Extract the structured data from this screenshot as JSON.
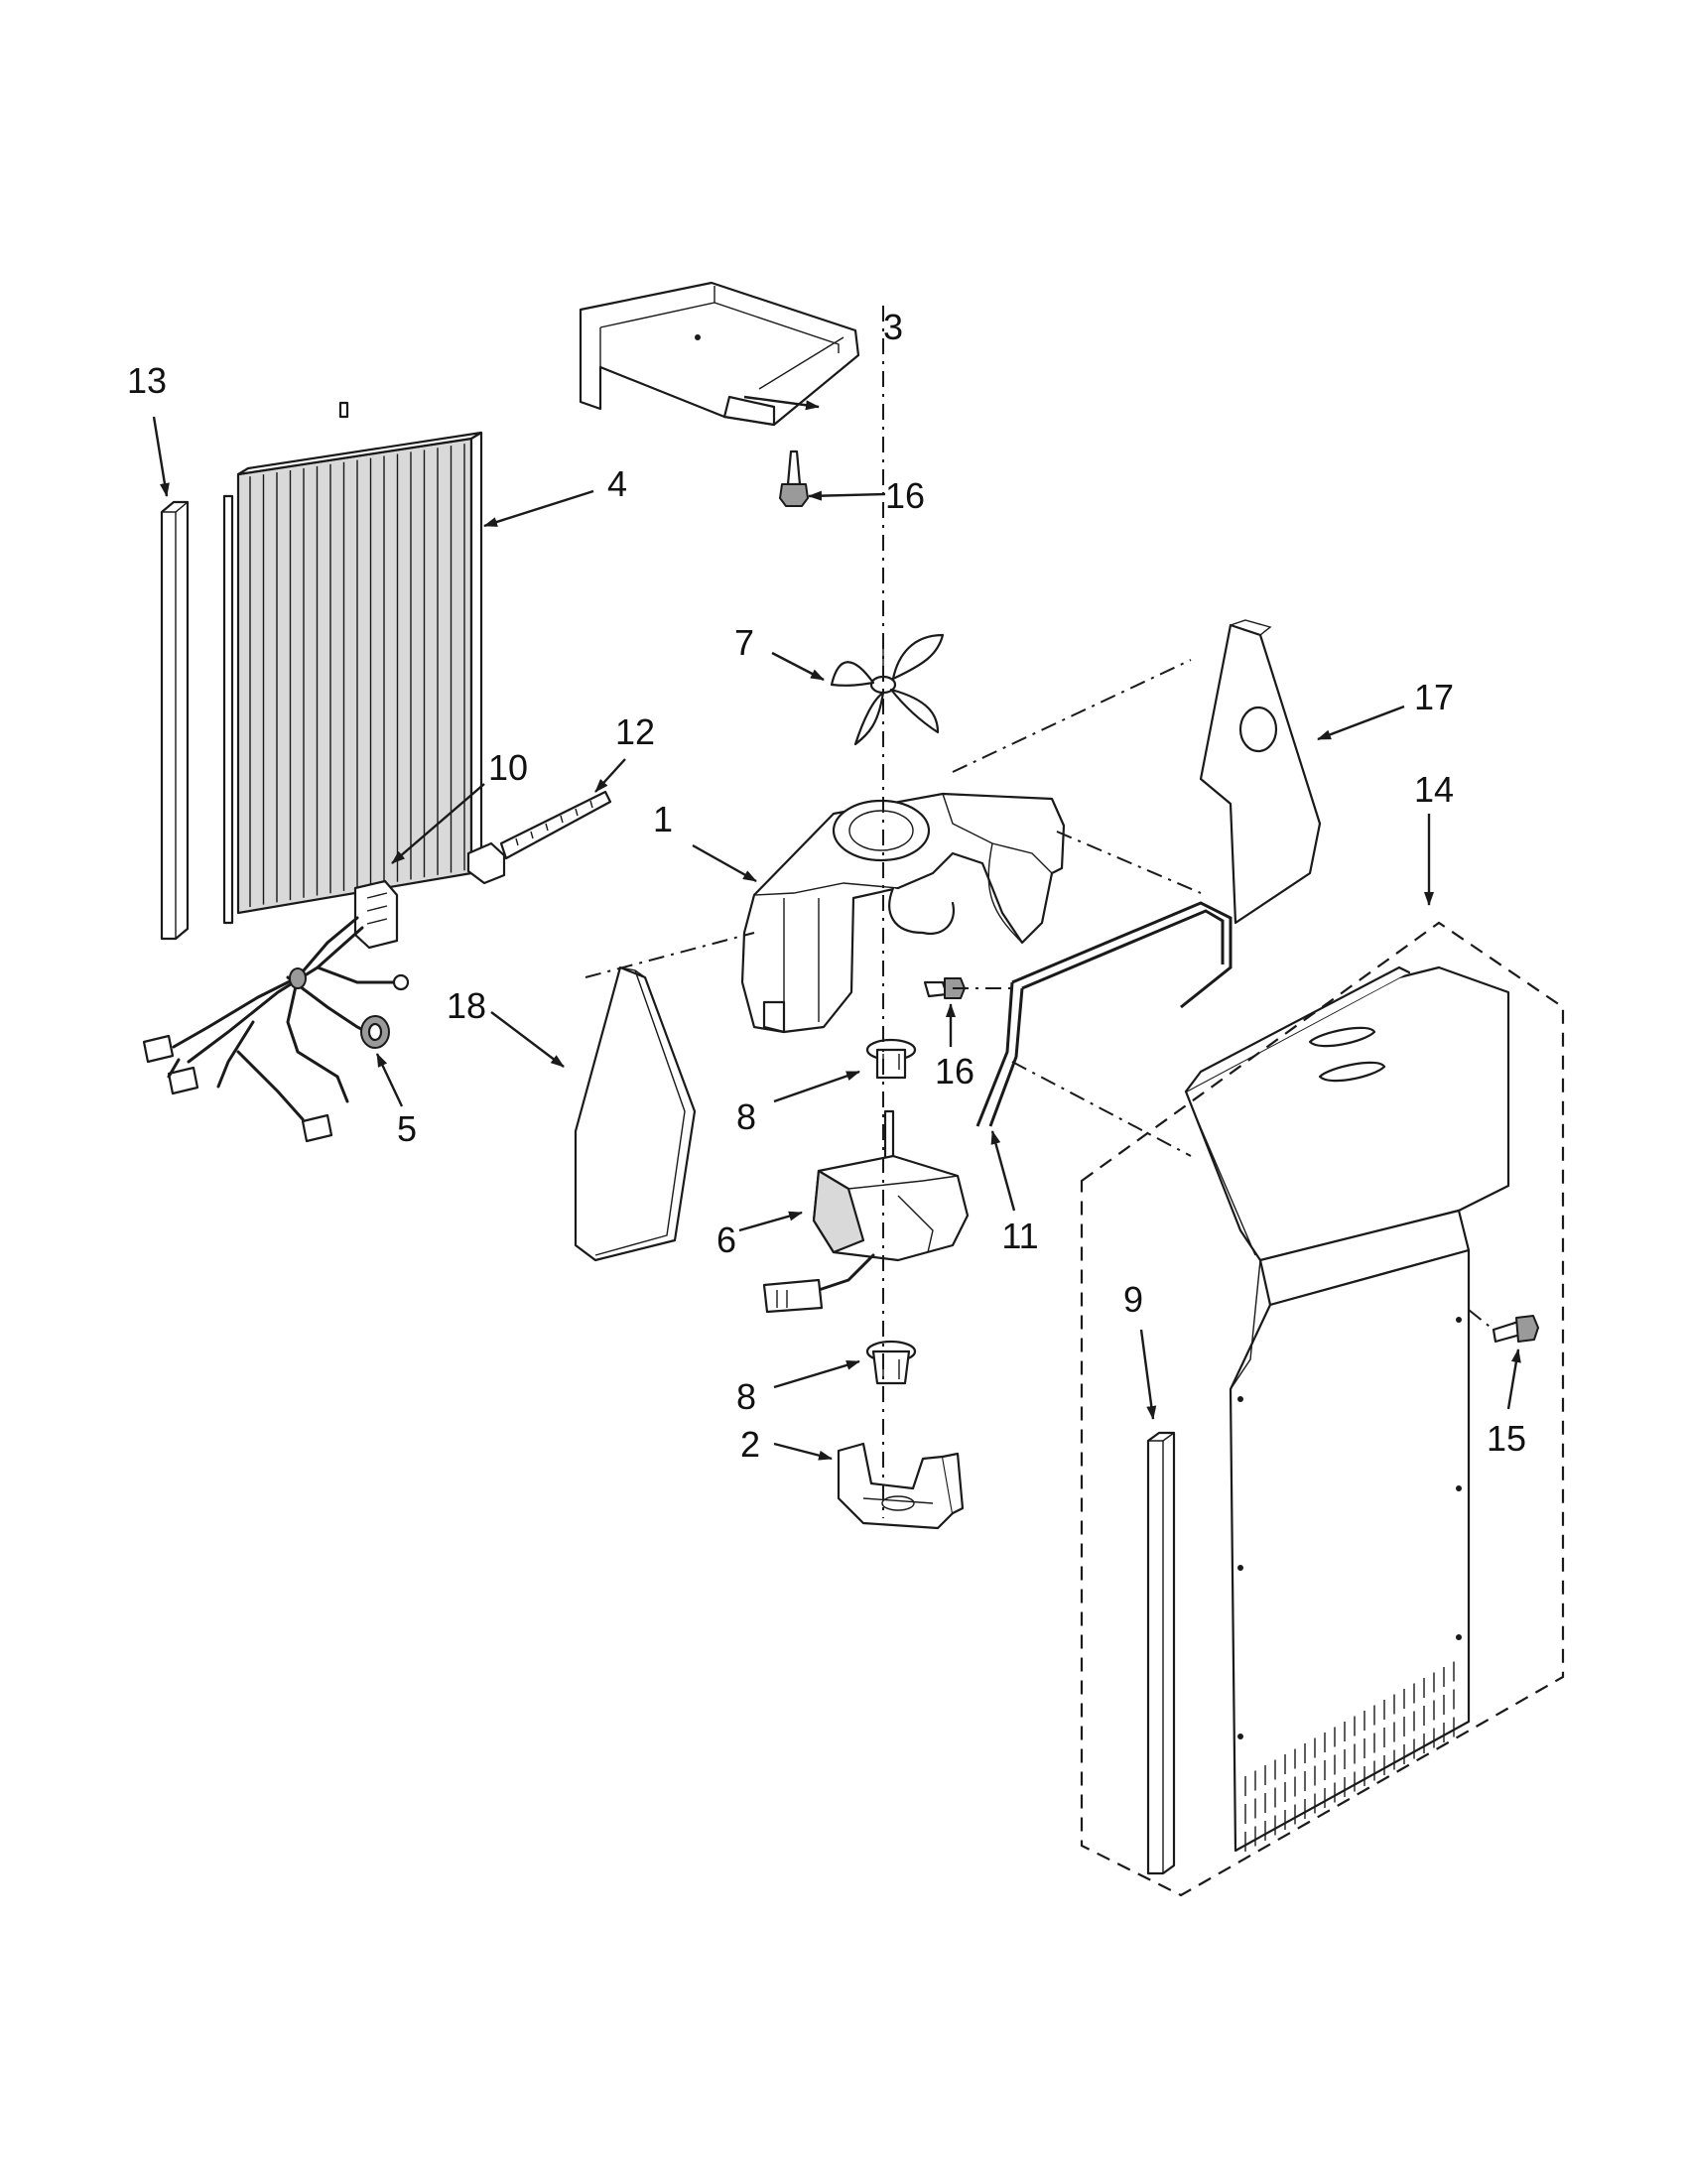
{
  "diagram": {
    "callouts": [
      {
        "id": "c1",
        "text": "1"
      },
      {
        "id": "c2",
        "text": "2"
      },
      {
        "id": "c3",
        "text": "3"
      },
      {
        "id": "c4",
        "text": "4"
      },
      {
        "id": "c5",
        "text": "5"
      },
      {
        "id": "c6",
        "text": "6"
      },
      {
        "id": "c7",
        "text": "7"
      },
      {
        "id": "c8a",
        "text": "8"
      },
      {
        "id": "c8b",
        "text": "8"
      },
      {
        "id": "c9",
        "text": "9"
      },
      {
        "id": "c10",
        "text": "10"
      },
      {
        "id": "c11",
        "text": "11"
      },
      {
        "id": "c12",
        "text": "12"
      },
      {
        "id": "c13",
        "text": "13"
      },
      {
        "id": "c14",
        "text": "14"
      },
      {
        "id": "c15",
        "text": "15"
      },
      {
        "id": "c16a",
        "text": "16"
      },
      {
        "id": "c16b",
        "text": "16"
      },
      {
        "id": "c17",
        "text": "17"
      },
      {
        "id": "c18",
        "text": "18"
      }
    ]
  }
}
